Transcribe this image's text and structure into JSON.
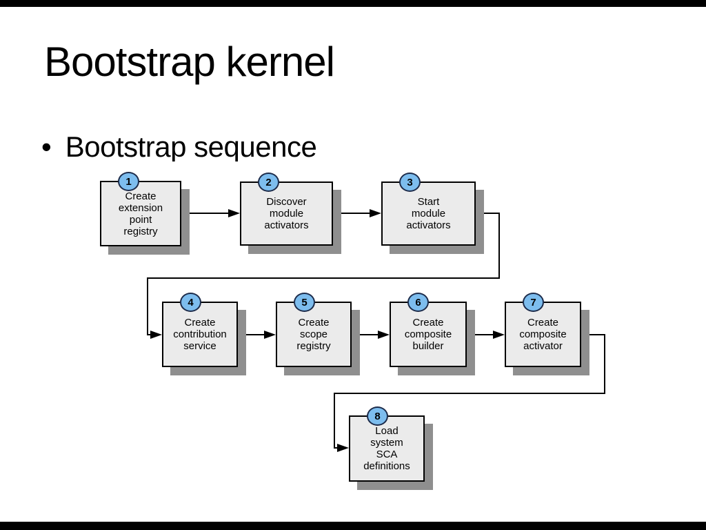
{
  "slide": {
    "title": "Bootstrap kernel",
    "bullet_glyph": "•",
    "bullet_text": "Bootstrap sequence"
  },
  "colors": {
    "background": "#ffffff",
    "letterbox": "#000000",
    "text": "#000000",
    "box-fill": "#ebebeb",
    "box-border": "#000000",
    "box-shadow": "#8f8f8f",
    "badge-fill": "#7dbdee",
    "badge-border": "#1c2b4a",
    "connector": "#000000"
  },
  "diagram": {
    "steps": [
      {
        "number": "1",
        "label": "Create\nextension\npoint\nregistry"
      },
      {
        "number": "2",
        "label": "Discover\nmodule\nactivators"
      },
      {
        "number": "3",
        "label": "Start\nmodule\nactivators"
      },
      {
        "number": "4",
        "label": "Create\ncontribution\nservice"
      },
      {
        "number": "5",
        "label": "Create\nscope\nregistry"
      },
      {
        "number": "6",
        "label": "Create\ncomposite\nbuilder"
      },
      {
        "number": "7",
        "label": "Create\ncomposite\nactivator"
      },
      {
        "number": "8",
        "label": "Load\nsystem\nSCA\ndefinitions"
      }
    ]
  }
}
